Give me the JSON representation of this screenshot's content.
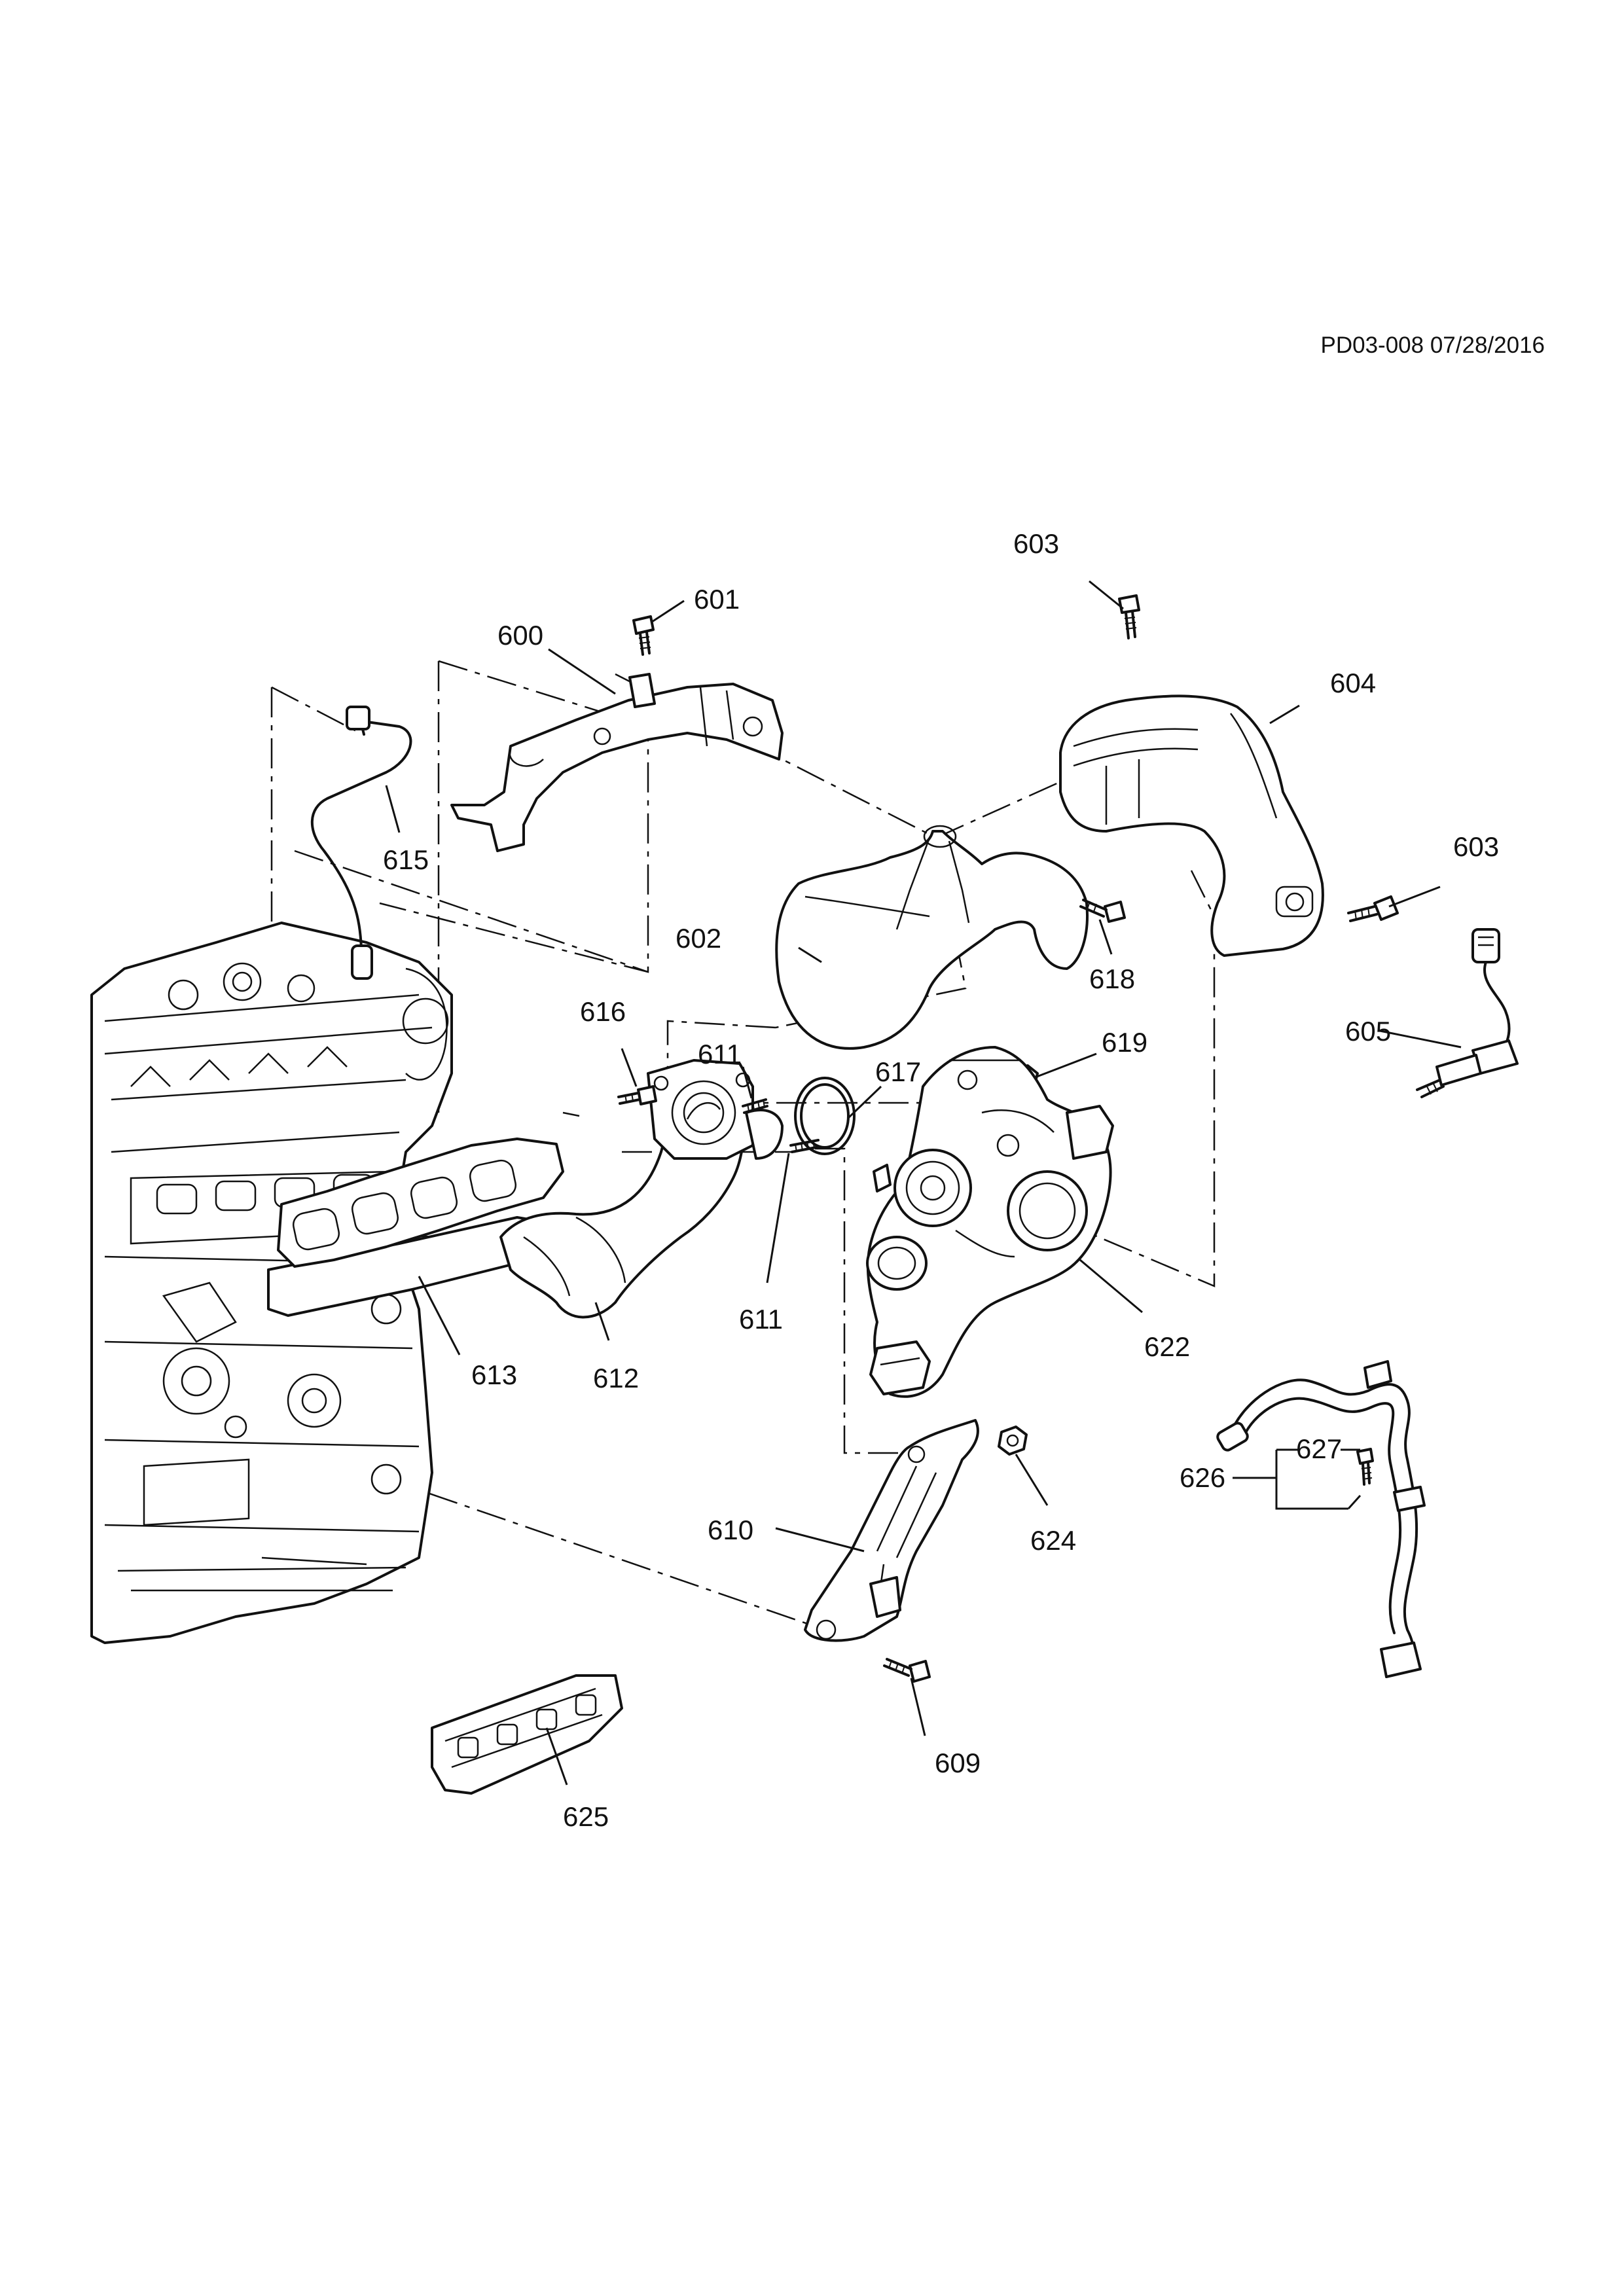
{
  "document": {
    "code": "PD03-008 07/28/2016"
  },
  "callouts": {
    "c600": "600",
    "c601": "601",
    "c602": "602",
    "c603a": "603",
    "c603b": "603",
    "c604": "604",
    "c605": "605",
    "c609": "609",
    "c610": "610",
    "c611a": "611",
    "c611b": "611",
    "c612": "612",
    "c613": "613",
    "c615": "615",
    "c616": "616",
    "c617": "617",
    "c618": "618",
    "c619": "619",
    "c622": "622",
    "c624": "624",
    "c625": "625",
    "c626": "626",
    "c627": "627"
  }
}
